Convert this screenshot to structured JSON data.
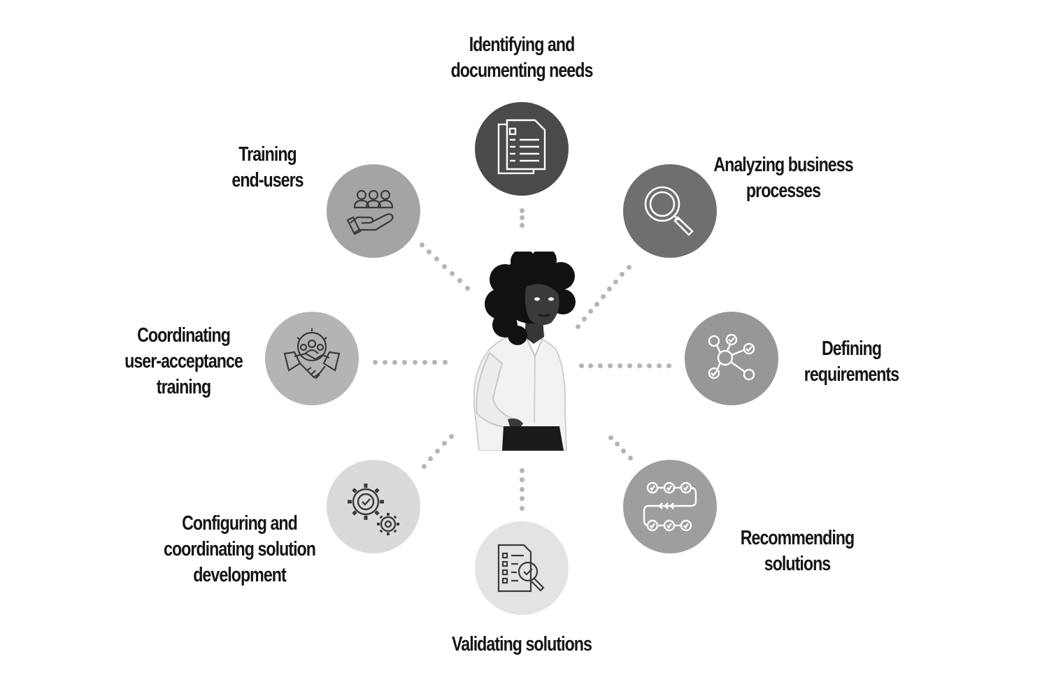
{
  "roles": [
    {
      "id": "identifying",
      "icon": "documents-icon",
      "color": "#4a4a4a",
      "lines": [
        "Identifying and",
        "documenting needs"
      ]
    },
    {
      "id": "analyzing",
      "icon": "magnifier-icon",
      "color": "#6f6f6f",
      "lines": [
        "Analyzing business",
        "processes"
      ]
    },
    {
      "id": "defining",
      "icon": "network-icon",
      "color": "#979797",
      "lines": [
        "Defining",
        "requirements"
      ]
    },
    {
      "id": "recommending",
      "icon": "workflow-icon",
      "color": "#9e9e9e",
      "lines": [
        "Recommending",
        "solutions"
      ]
    },
    {
      "id": "validating",
      "icon": "checklist-search-icon",
      "color": "#e3e3e3",
      "lines": [
        "Validating solutions"
      ]
    },
    {
      "id": "configuring",
      "icon": "gears-icon",
      "color": "#dadada",
      "lines": [
        "Configuring and",
        "coordinating solution",
        "development"
      ]
    },
    {
      "id": "coordinating",
      "icon": "team-handshake-icon",
      "color": "#b4b4b4",
      "lines": [
        "Coordinating",
        "user-acceptance",
        "training"
      ]
    },
    {
      "id": "training",
      "icon": "people-hand-icon",
      "color": "#a4a4a4",
      "lines": [
        "Training",
        "end-users"
      ]
    }
  ],
  "center": {
    "icon": "business-analyst-figure"
  },
  "colors": {
    "connector_dots": "#b5b5b5",
    "text": "#151515"
  }
}
